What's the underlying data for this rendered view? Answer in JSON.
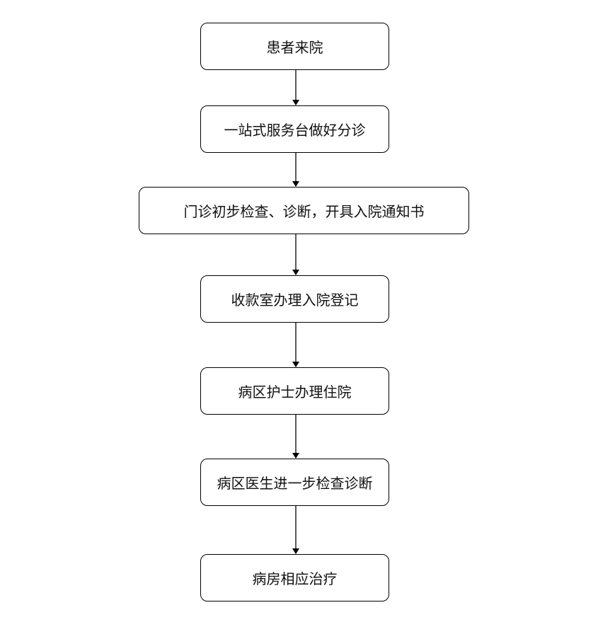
{
  "flowchart": {
    "steps": [
      {
        "label": "患者来院"
      },
      {
        "label": "一站式服务台做好分诊"
      },
      {
        "label": "门诊初步检查、诊断，开具入院通知书"
      },
      {
        "label": "收款室办理入院登记"
      },
      {
        "label": "病区护士办理住院"
      },
      {
        "label": "病区医生进一步检查诊断"
      },
      {
        "label": "病房相应治疗"
      }
    ],
    "colors": {
      "border": "#000000",
      "text": "#111111",
      "background": "#ffffff"
    }
  }
}
